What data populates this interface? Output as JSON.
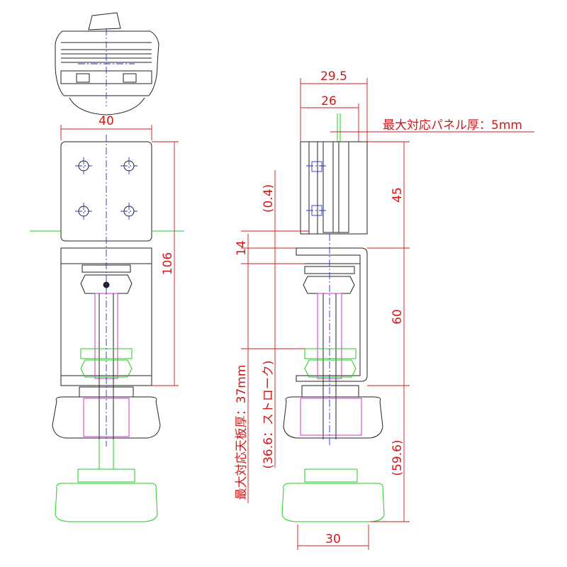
{
  "dimensions": {
    "width_40": "40",
    "height_106": "106",
    "width_29_5": "29.5",
    "width_26": "26",
    "panel_note": "最大対応パネル厚：5mm",
    "h_45": "45",
    "h_60": "60",
    "h_0_4": "(0.4)",
    "h_14": "14",
    "table_note": "最大対応天板厚：37mm",
    "stroke_note": "(36.6：ストローク)",
    "h_59_6": "(59.6)",
    "width_30": "30"
  },
  "colors": {
    "outline": "#222222",
    "dimension": "#d01818",
    "center_line": "#2233cc",
    "alt_position": "#22cc22",
    "knob_inner": "#cc33cc"
  }
}
